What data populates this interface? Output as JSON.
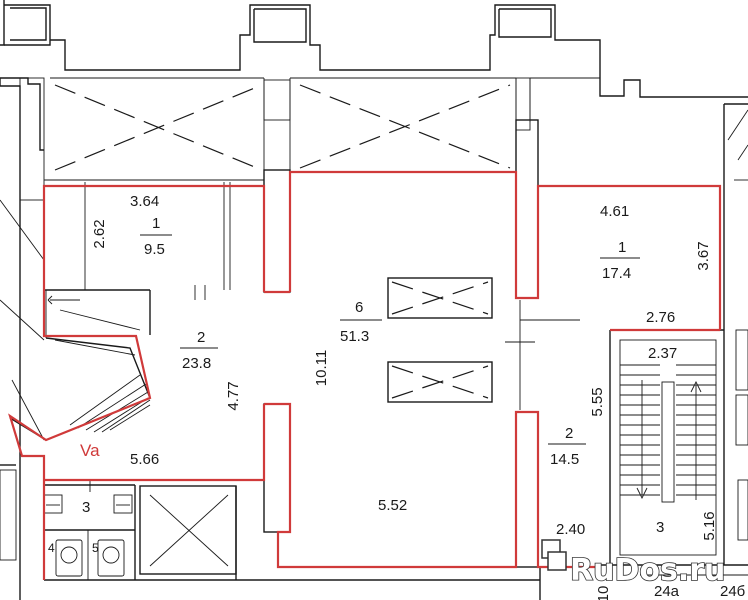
{
  "rooms": {
    "room_1_left": {
      "width": "3.64",
      "depth": "2.62",
      "number": "1",
      "area": "9.5"
    },
    "room_2_left": {
      "number": "2",
      "area": "23.8",
      "depth": "4.77",
      "width": "5.66"
    },
    "room_6": {
      "number": "6",
      "area": "51.3",
      "depth": "10.11",
      "width": "5.52"
    },
    "room_1_right": {
      "width": "4.61",
      "number": "1",
      "area": "17.4",
      "depth": "3.67",
      "width2": "2.76"
    },
    "room_2_right": {
      "number": "2",
      "area": "14.5",
      "depth": "5.55",
      "width": "2.40"
    },
    "stair_right": {
      "width": "2.37",
      "number": "3",
      "depth": "5.16"
    },
    "wc_block": {
      "number": "3",
      "cell_a": "4",
      "cell_b": "5"
    },
    "bottom_right": {
      "label_a": "24а",
      "label_b": "24б"
    }
  },
  "section_mark": "Va",
  "edge_number": "10",
  "watermark": {
    "text": "RuDos.ru"
  },
  "colors": {
    "highlight": "#d03a3a",
    "lines": "#1a1a1a"
  }
}
